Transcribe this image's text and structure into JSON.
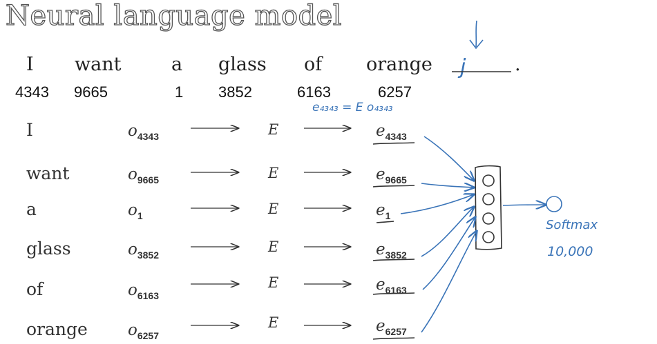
{
  "title": "Neural language model",
  "sentence": {
    "words": [
      "I",
      "want",
      "a",
      "glass",
      "of",
      "orange"
    ],
    "indices": [
      "4343",
      "9665",
      "1",
      "3852",
      "6163",
      "6257"
    ],
    "blank_mark": "j",
    "end_punct": "."
  },
  "rows": [
    {
      "word": "I",
      "o_base": "o",
      "o_sub": "4343",
      "E": "E",
      "e_base": "e",
      "e_sub": "4343"
    },
    {
      "word": "want",
      "o_base": "o",
      "o_sub": "9665",
      "E": "E",
      "e_base": "e",
      "e_sub": "9665"
    },
    {
      "word": "a",
      "o_base": "o",
      "o_sub": "1",
      "E": "E",
      "e_base": "e",
      "e_sub": "1"
    },
    {
      "word": "glass",
      "o_base": "o",
      "o_sub": "3852",
      "E": "E",
      "e_base": "e",
      "e_sub": "3852"
    },
    {
      "word": "of",
      "o_base": "o",
      "o_sub": "6163",
      "E": "E",
      "e_base": "e",
      "e_sub": "6163"
    },
    {
      "word": "orange",
      "o_base": "o",
      "o_sub": "6257",
      "E": "E",
      "e_base": "e",
      "e_sub": "6257"
    }
  ],
  "annotations": {
    "equation": "e₄₃₄₃ = E o₄₃₄₃",
    "softmax": "Softmax",
    "vocab": "10,000"
  },
  "colors": {
    "ink": "#3a74b8",
    "text": "#333333"
  }
}
